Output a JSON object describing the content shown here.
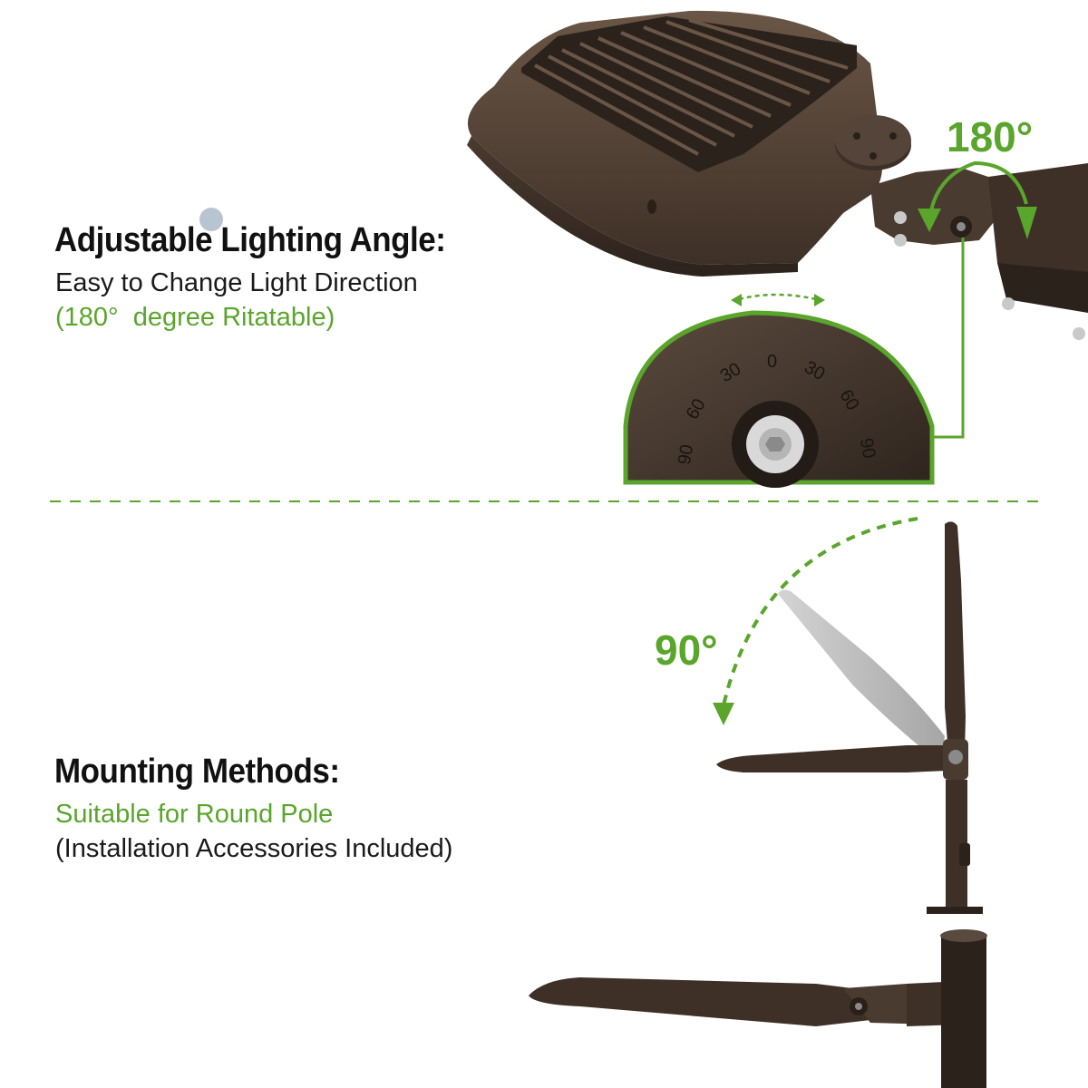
{
  "section1": {
    "heading": "Adjustable Lighting Angle:",
    "line1": "Easy to Change Light Direction",
    "line2": "(180°  degree Ritatable)",
    "angle": "180°",
    "dial_marks": [
      "90",
      "60",
      "30",
      "0",
      "30",
      "60",
      "90"
    ]
  },
  "section2": {
    "heading": "Mounting Methods:",
    "line1": "Suitable for Round Pole",
    "line2": "(Installation Accessories Included)",
    "angle": "90°"
  },
  "colors": {
    "accent_green": "#5aa52b",
    "fixture_brown": "#4a3b30",
    "text": "#1a1a1a"
  }
}
